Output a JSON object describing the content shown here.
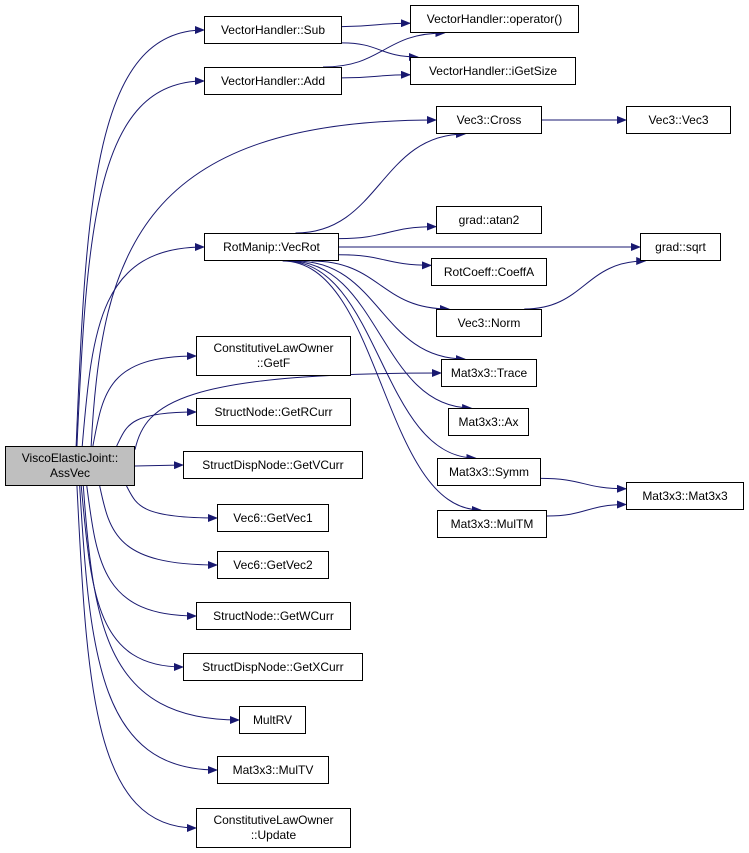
{
  "colors": {
    "edge": "#191970",
    "root_fill": "#bfbfbf",
    "node_fill": "#ffffff",
    "border": "#000000"
  },
  "nodes": {
    "root": "ViscoElasticJoint::\nAssVec",
    "vh_sub": "VectorHandler::Sub",
    "vh_op": "VectorHandler::operator()",
    "vh_add": "VectorHandler::Add",
    "vh_size": "VectorHandler::iGetSize",
    "vec3_cross": "Vec3::Cross",
    "vec3_vec3": "Vec3::Vec3",
    "rot_vecrot": "RotManip::VecRot",
    "grad_atan2": "grad::atan2",
    "grad_sqrt": "grad::sqrt",
    "rot_coeffa": "RotCoeff::CoeffA",
    "vec3_norm": "Vec3::Norm",
    "claw_getf": "ConstitutiveLawOwner\n::GetF",
    "m33_trace": "Mat3x3::Trace",
    "sn_getrcurr": "StructNode::GetRCurr",
    "m33_ax": "Mat3x3::Ax",
    "sdn_getvcurr": "StructDispNode::GetVCurr",
    "m33_symm": "Mat3x3::Symm",
    "m33_mat3x3": "Mat3x3::Mat3x3",
    "vec6_getvec1": "Vec6::GetVec1",
    "m33_multm": "Mat3x3::MulTM",
    "vec6_getvec2": "Vec6::GetVec2",
    "sn_getwcurr": "StructNode::GetWCurr",
    "sdn_getxcurr": "StructDispNode::GetXCurr",
    "multrv": "MultRV",
    "m33_multv": "Mat3x3::MulTV",
    "claw_update": "ConstitutiveLawOwner\n::Update"
  },
  "edges": [
    [
      "root",
      "vh_sub"
    ],
    [
      "root",
      "vh_add"
    ],
    [
      "root",
      "vec3_cross"
    ],
    [
      "root",
      "rot_vecrot"
    ],
    [
      "root",
      "m33_trace"
    ],
    [
      "root",
      "claw_getf"
    ],
    [
      "root",
      "sn_getrcurr"
    ],
    [
      "root",
      "sdn_getvcurr"
    ],
    [
      "root",
      "vec6_getvec1"
    ],
    [
      "root",
      "vec6_getvec2"
    ],
    [
      "root",
      "sn_getwcurr"
    ],
    [
      "root",
      "sdn_getxcurr"
    ],
    [
      "root",
      "multrv"
    ],
    [
      "root",
      "m33_multv"
    ],
    [
      "root",
      "claw_update"
    ],
    [
      "vh_sub",
      "vh_op"
    ],
    [
      "vh_sub",
      "vh_size"
    ],
    [
      "vh_add",
      "vh_op"
    ],
    [
      "vh_add",
      "vh_size"
    ],
    [
      "vec3_cross",
      "vec3_vec3"
    ],
    [
      "rot_vecrot",
      "vec3_cross"
    ],
    [
      "rot_vecrot",
      "grad_sqrt"
    ],
    [
      "rot_vecrot",
      "grad_atan2"
    ],
    [
      "rot_vecrot",
      "rot_coeffa"
    ],
    [
      "rot_vecrot",
      "vec3_norm"
    ],
    [
      "rot_vecrot",
      "m33_trace"
    ],
    [
      "rot_vecrot",
      "m33_ax"
    ],
    [
      "rot_vecrot",
      "m33_symm"
    ],
    [
      "rot_vecrot",
      "m33_multm"
    ],
    [
      "vec3_norm",
      "grad_sqrt"
    ],
    [
      "m33_symm",
      "m33_mat3x3"
    ],
    [
      "m33_multm",
      "m33_mat3x3"
    ]
  ]
}
